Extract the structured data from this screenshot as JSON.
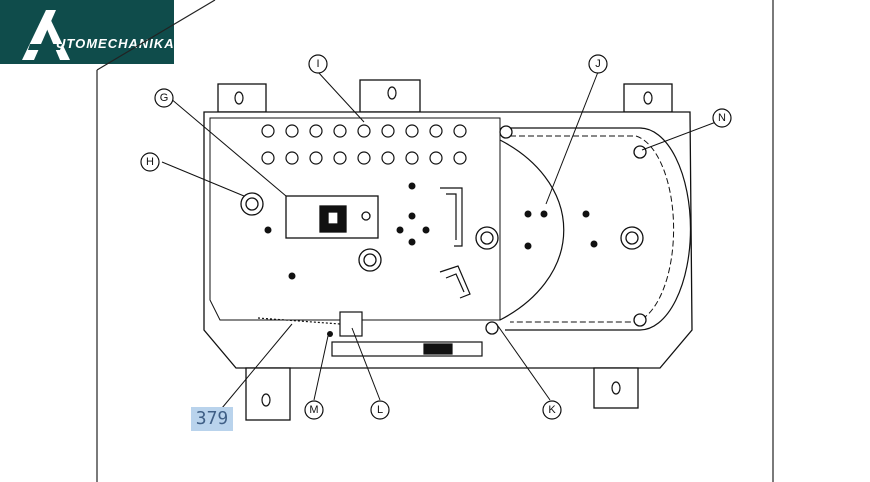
{
  "logo": {
    "initial": "A",
    "text": "UTOMECHANIKA",
    "colors": {
      "background": "#0f4c4b",
      "foreground": "#ffffff"
    }
  },
  "part_number": "379",
  "callouts": [
    {
      "id": "G",
      "label": "G"
    },
    {
      "id": "H",
      "label": "H"
    },
    {
      "id": "I",
      "label": "I"
    },
    {
      "id": "J",
      "label": "J"
    },
    {
      "id": "N",
      "label": "N"
    },
    {
      "id": "K",
      "label": "K"
    },
    {
      "id": "L",
      "label": "L"
    },
    {
      "id": "M",
      "label": "M"
    }
  ],
  "highlight_color": "#b9d3ec"
}
